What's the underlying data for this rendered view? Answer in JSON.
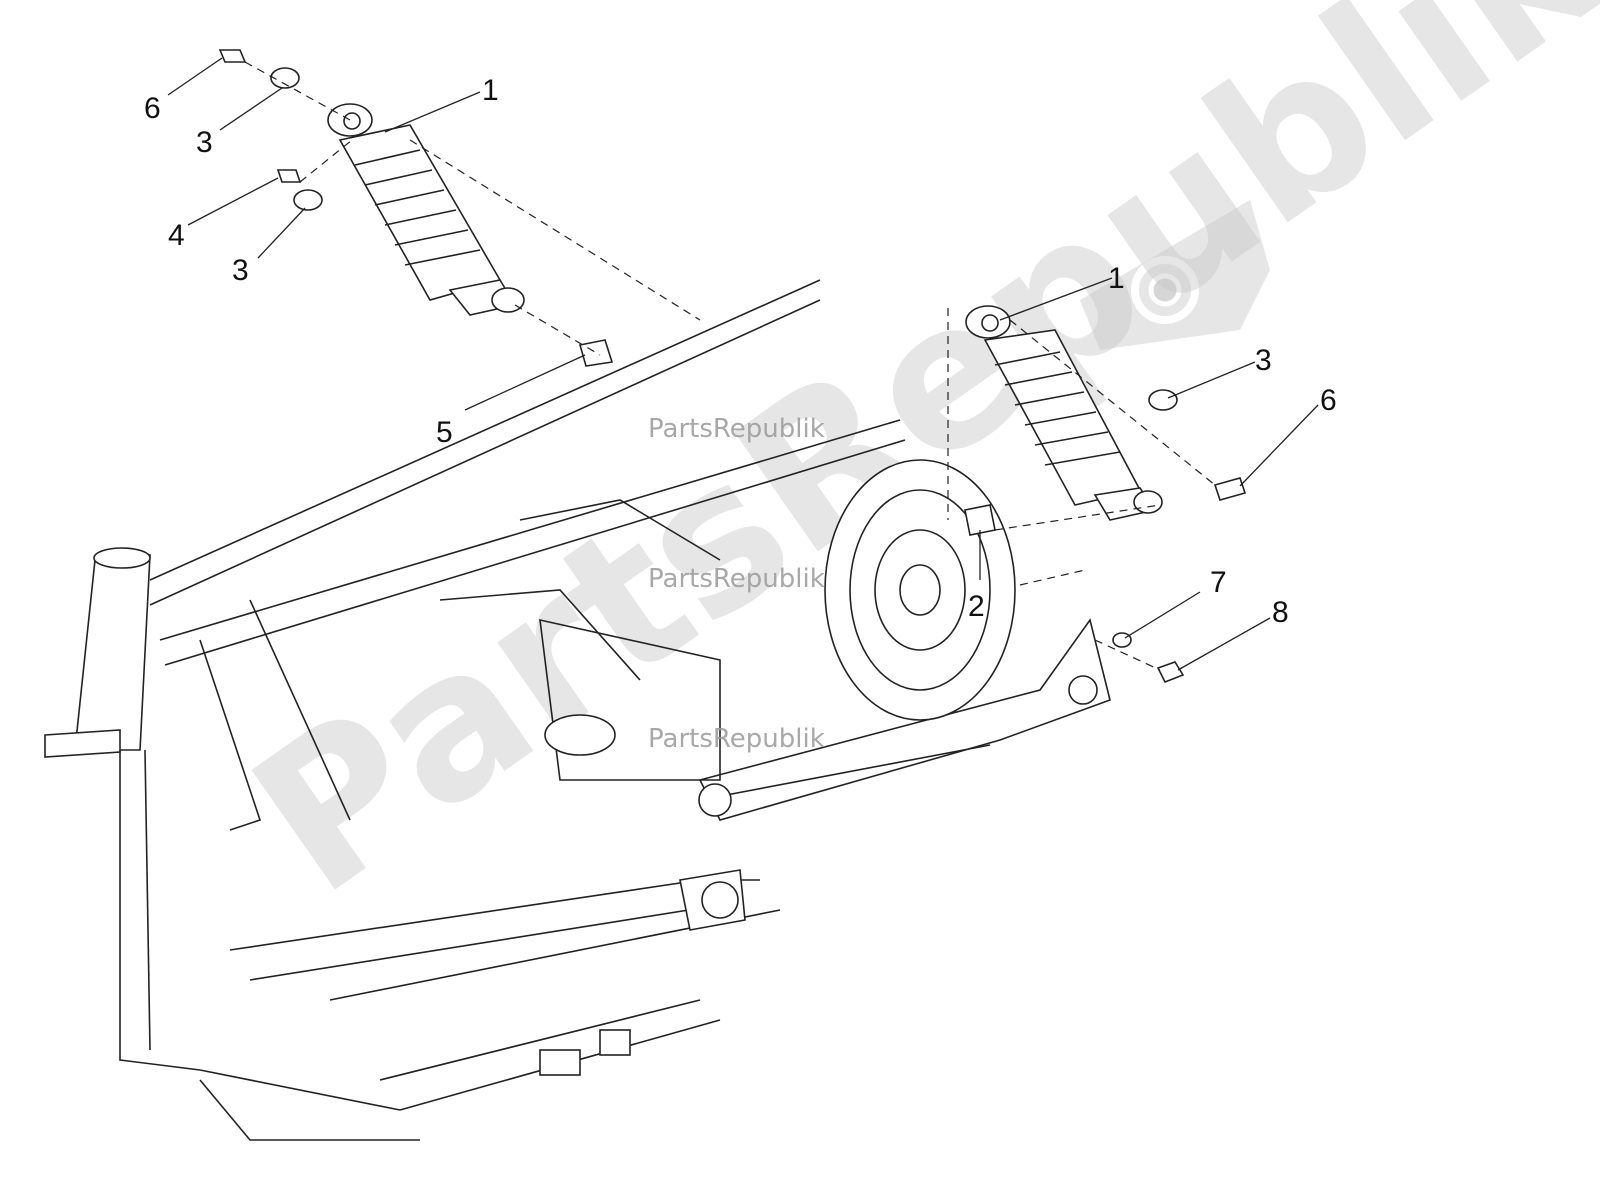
{
  "callouts": {
    "left_shock": "1",
    "right_shock": "1",
    "stud_right": "2",
    "washer_top_left": "3",
    "washer_mid_left": "3",
    "washer_right": "3",
    "pin_left": "4",
    "stud_left": "5",
    "screw_left": "6",
    "screw_right": "6",
    "washer_small": "7",
    "nut": "8"
  },
  "watermarks": {
    "small": "PartsRepublik",
    "big": "PartsRepublik"
  },
  "colors": {
    "line": "#222222",
    "watermark": "#c8c8c8"
  }
}
